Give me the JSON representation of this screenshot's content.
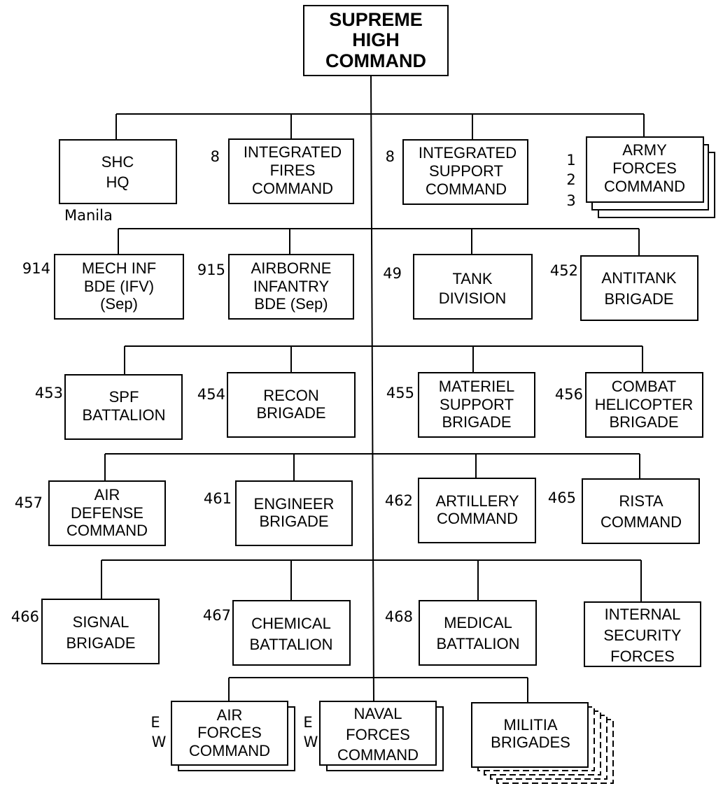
{
  "root": {
    "lines": [
      "SUPREME",
      "HIGH",
      "COMMAND"
    ]
  },
  "row1": [
    {
      "lines": [
        "SHC",
        "HQ"
      ],
      "number": "",
      "sub": "Manila"
    },
    {
      "lines": [
        "INTEGRATED",
        "FIRES",
        "COMMAND"
      ],
      "number": "8"
    },
    {
      "lines": [
        "INTEGRATED",
        "SUPPORT",
        "COMMAND"
      ],
      "number": "8"
    },
    {
      "lines": [
        "ARMY",
        "FORCES",
        "COMMAND"
      ],
      "numbers": [
        "1",
        "2",
        "3"
      ]
    }
  ],
  "row2": [
    {
      "lines": [
        "MECH INF",
        "BDE (IFV)",
        "(Sep)"
      ],
      "number": "914"
    },
    {
      "lines": [
        "AIRBORNE",
        "INFANTRY",
        "BDE (Sep)"
      ],
      "number": "915"
    },
    {
      "lines": [
        "TANK",
        "DIVISION"
      ],
      "number": "49"
    },
    {
      "lines": [
        "ANTITANK",
        "BRIGADE"
      ],
      "number": "452"
    }
  ],
  "row3": [
    {
      "lines": [
        "SPF",
        "BATTALION"
      ],
      "number": "453"
    },
    {
      "lines": [
        "RECON",
        "BRIGADE"
      ],
      "number": "454"
    },
    {
      "lines": [
        "MATERIEL",
        "SUPPORT",
        "BRIGADE"
      ],
      "number": "455"
    },
    {
      "lines": [
        "COMBAT",
        "HELICOPTER",
        "BRIGADE"
      ],
      "number": "456"
    }
  ],
  "row4": [
    {
      "lines": [
        "AIR",
        "DEFENSE",
        "COMMAND"
      ],
      "number": "457"
    },
    {
      "lines": [
        "ENGINEER",
        "BRIGADE"
      ],
      "number": "461"
    },
    {
      "lines": [
        "ARTILLERY",
        "COMMAND"
      ],
      "number": "462"
    },
    {
      "lines": [
        "RISTA",
        "COMMAND"
      ],
      "number": "465"
    }
  ],
  "row5": [
    {
      "lines": [
        "SIGNAL",
        "BRIGADE"
      ],
      "number": "466"
    },
    {
      "lines": [
        "CHEMICAL",
        "BATTALION"
      ],
      "number": "467"
    },
    {
      "lines": [
        "MEDICAL",
        "BATTALION"
      ],
      "number": "468"
    },
    {
      "lines": [
        "INTERNAL",
        "SECURITY",
        "FORCES"
      ],
      "number": ""
    }
  ],
  "row6": [
    {
      "lines": [
        "AIR",
        "FORCES",
        "COMMAND"
      ],
      "numbers": [
        "E",
        "W"
      ]
    },
    {
      "lines": [
        "NAVAL",
        "FORCES",
        "COMMAND"
      ],
      "numbers": [
        "E",
        "W"
      ]
    },
    {
      "lines": [
        "MILITIA",
        "BRIGADES"
      ],
      "numbers": []
    }
  ]
}
